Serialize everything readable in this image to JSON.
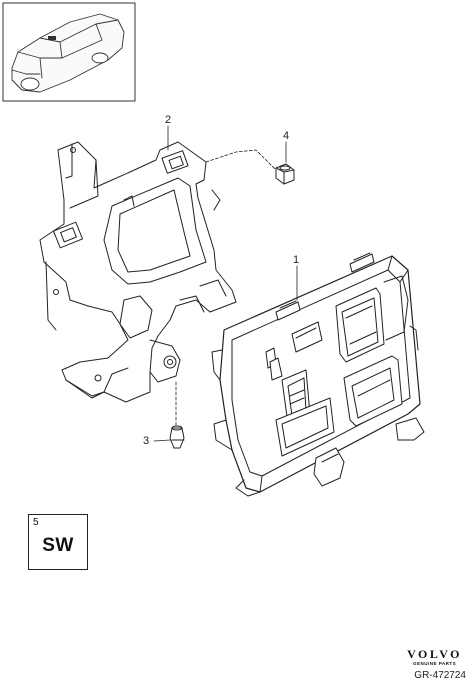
{
  "callouts": {
    "c1": "1",
    "c2": "2",
    "c3": "3",
    "c4": "4"
  },
  "sw_symbol": {
    "number": "5",
    "text": "SW"
  },
  "brand": {
    "name": "VOLVO",
    "tagline": "GENUINE PARTS"
  },
  "reference_code": "GR-472724"
}
